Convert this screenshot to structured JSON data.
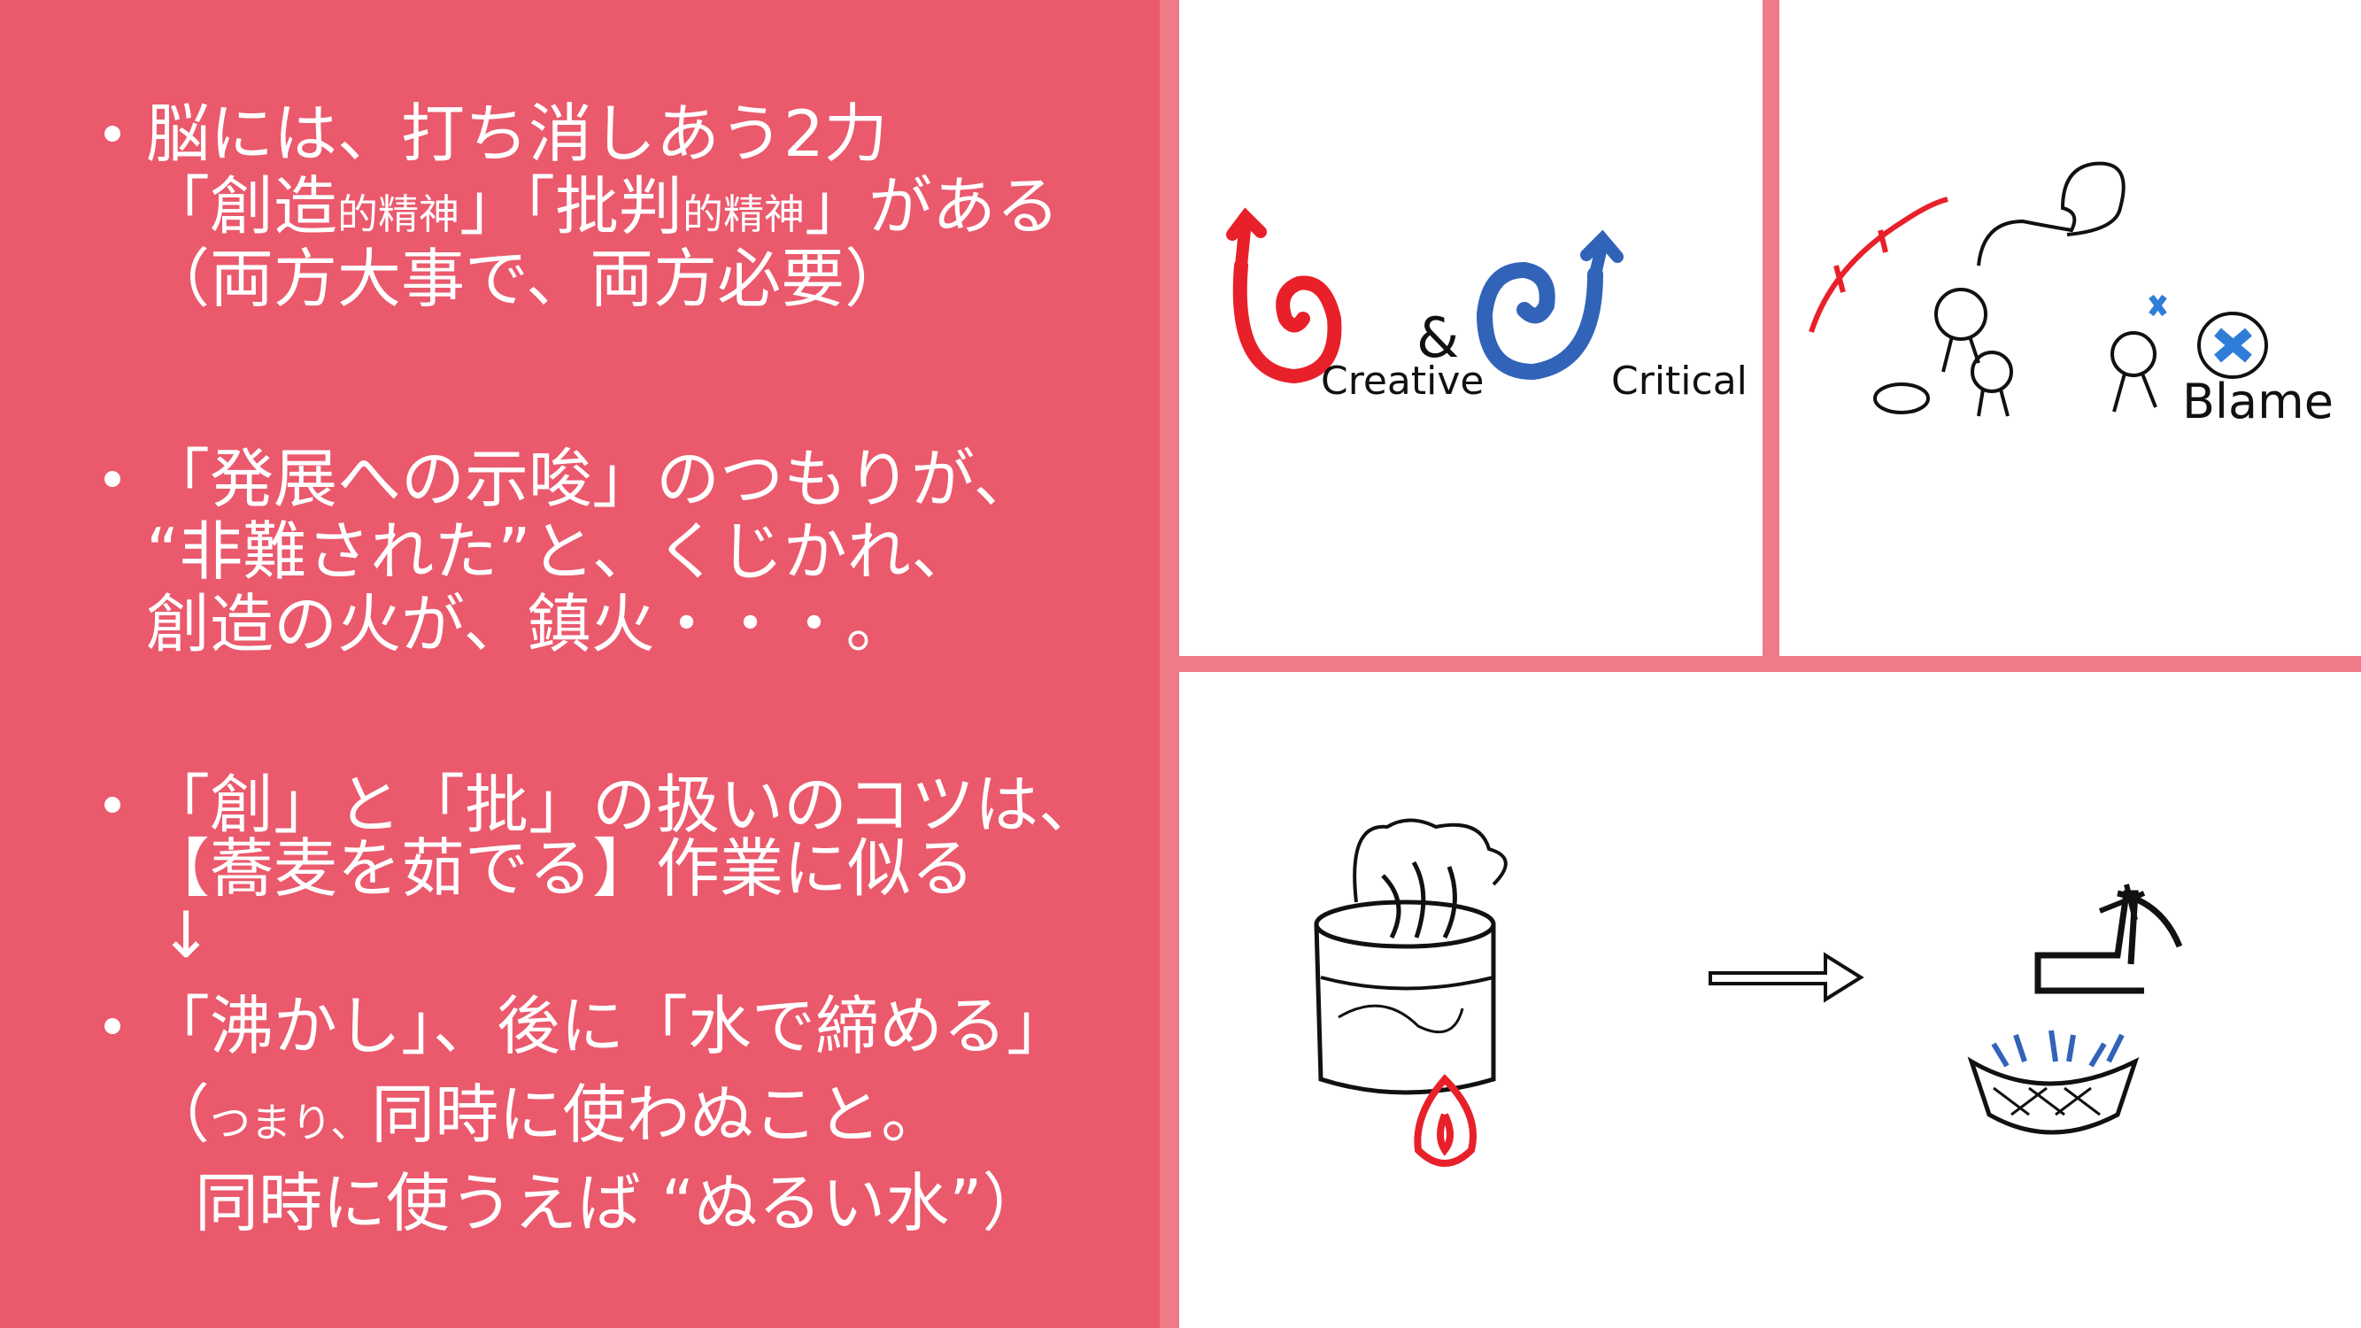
{
  "bullets": [
    {
      "lines": [
        "脳には、打ち消しあう2力"
      ],
      "line2": {
        "a": "「創造",
        "a_small": "的精神",
        "b": "」「批判",
        "b_small": "的精神",
        "c": "」がある"
      },
      "line3": "（両方大事で、両方必要）"
    },
    {
      "lines": [
        "「発展への示唆」のつもりが、",
        "“非難された”と、くじかれ、",
        "創造の火が、鎮火・・・。"
      ]
    },
    {
      "lines": [
        "「創」と「批」の扱いのコツは、",
        "【蕎麦を茹でる】作業に似る",
        "↓"
      ]
    },
    {
      "lines": [
        "「沸かし」、後に「水で締める」"
      ],
      "line2": {
        "open": "（",
        "small": "つまり、",
        "rest": "同時に使わぬこと。"
      },
      "line3": "同時に使うえば “ぬるい水”）"
    }
  ],
  "panels": {
    "creative_critical": {
      "amp": "&",
      "creative": "Creative",
      "critical": "Critical"
    },
    "blame": {
      "label": "Blame"
    }
  },
  "colors": {
    "left_bg": "#EA596C",
    "divider": "#F07A88",
    "red": "#E8202A",
    "blue": "#3163B8"
  }
}
